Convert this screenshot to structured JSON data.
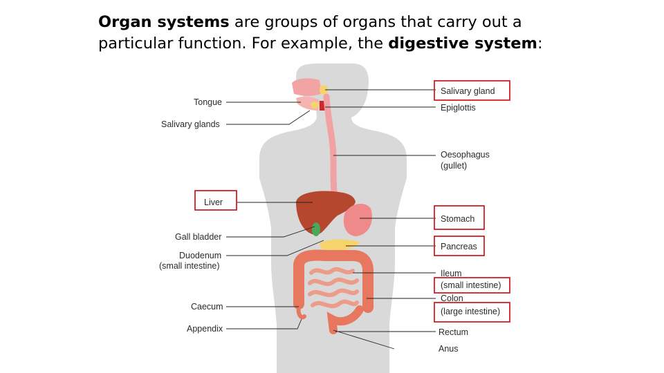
{
  "heading": {
    "line1_bold": "Organ systems",
    "line1_rest": " are groups of organs that carry out a",
    "line2_start": "particular function.  For example, the ",
    "line2_bold": "digestive system",
    "line2_end": ":"
  },
  "labels": {
    "tongue": "Tongue",
    "salivary_glands": "Salivary glands",
    "liver": "Liver",
    "gall_bladder": "Gall bladder",
    "duodenum": "Duodenum",
    "duodenum_sub": "(small intestine)",
    "caecum": "Caecum",
    "appendix": "Appendix",
    "salivary_gland": "Salivary gland",
    "epiglottis": "Epiglottis",
    "oesophagus": "Oesophagus",
    "oesophagus_sub": "(gullet)",
    "stomach": "Stomach",
    "pancreas": "Pancreas",
    "ileum": "Ileum",
    "ileum_sub": "(small intestine)",
    "colon": "Colon",
    "colon_sub": "(large intestine)",
    "rectum": "Rectum",
    "anus": "Anus"
  },
  "colors": {
    "highlight_box": "#d21f26",
    "body_silhouette": "#d9d9d9",
    "liver": "#b5472f",
    "stomach": "#f08a8a",
    "intestine": "#e8775f",
    "pancreas": "#f7d36b",
    "gall_bladder": "#4aa85a"
  }
}
